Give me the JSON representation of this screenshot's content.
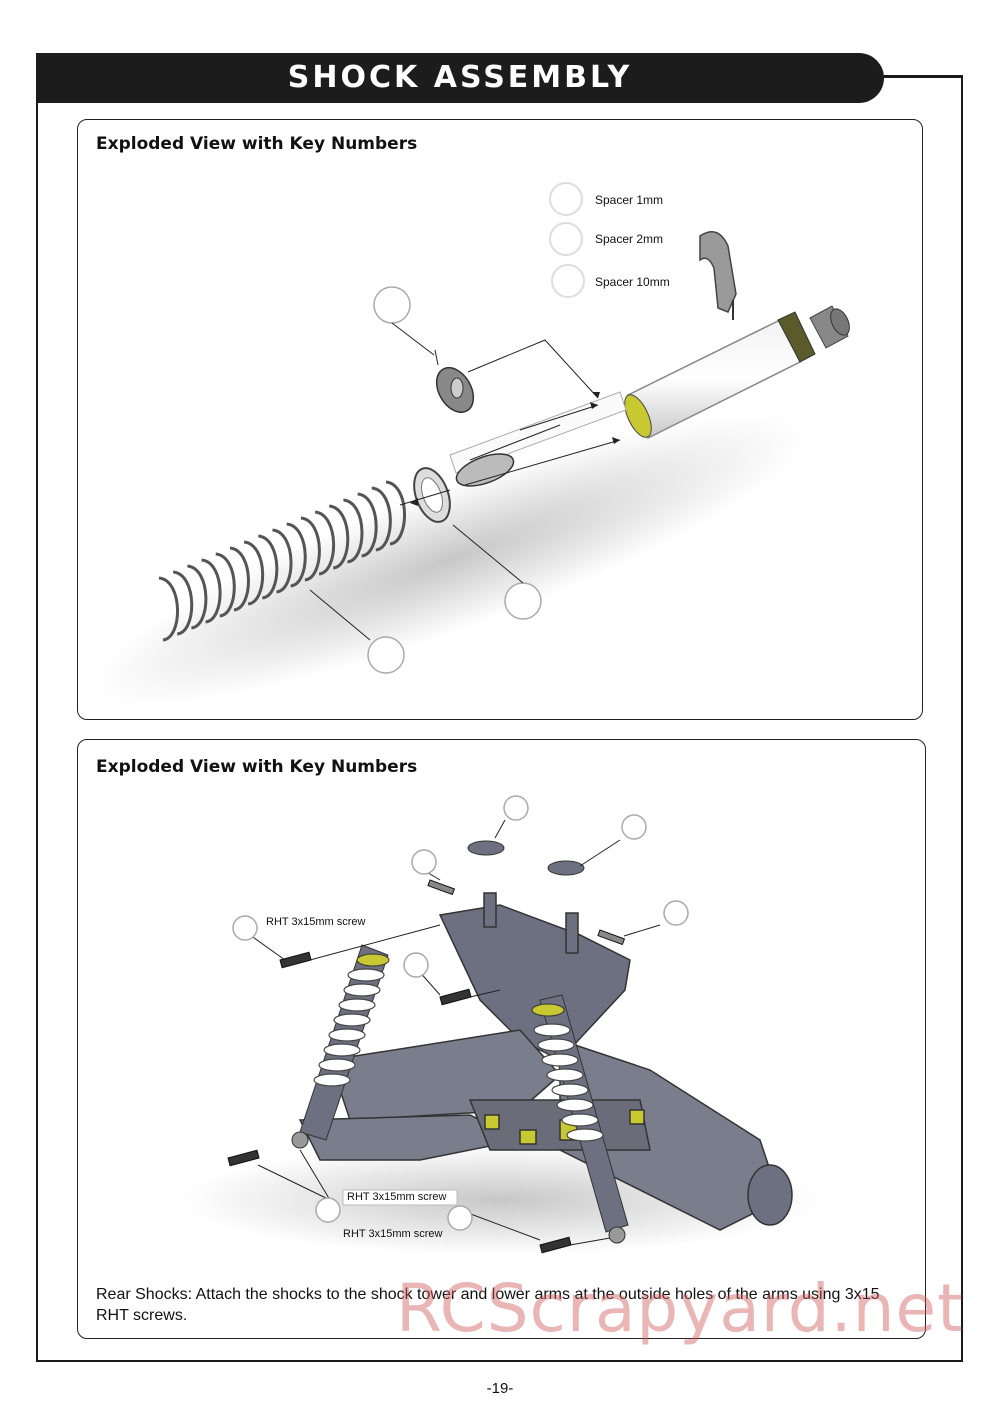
{
  "header": {
    "title": "SHOCK ASSEMBLY"
  },
  "panel_top": {
    "title": "Exploded View with Key Numbers",
    "spacers": [
      "Spacer 1mm",
      "Spacer 2mm",
      "Spacer 10mm"
    ]
  },
  "panel_bottom": {
    "title": "Exploded View with Key Numbers",
    "screw_label_1": "RHT 3x15mm screw",
    "screw_label_2": "RHT 3x15mm screw",
    "screw_label_3": "RHT 3x15mm screw",
    "description": "Rear Shocks: Attach the shocks to the shock tower and lower arms at the outside holes of the arms using 3x15 RHT screws."
  },
  "footer": {
    "page_number": "-19-"
  },
  "watermark": "RCScrapyard.net",
  "colors": {
    "title_bar": "#1c1c1c",
    "accent_yellow": "#c8c832",
    "watermark": "#ce5c5c"
  },
  "icons": [
    "spring-icon",
    "shock-body-icon",
    "shock-tower-icon",
    "rear-suspension-icon"
  ]
}
